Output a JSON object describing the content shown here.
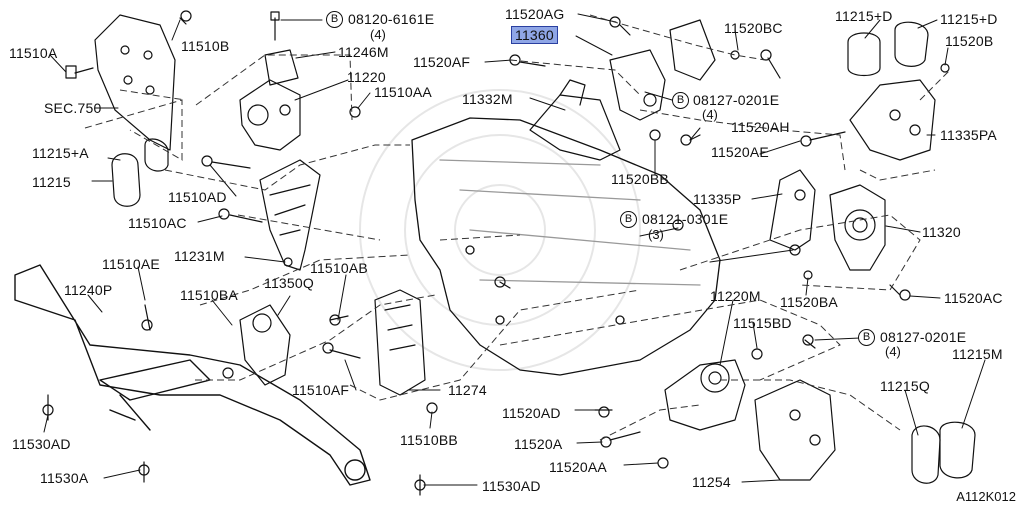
{
  "diagram_code": "A112K012",
  "labels": {
    "p11510A": "11510A",
    "p11510B": "11510B",
    "sec750": "SEC.750",
    "p11215A": "11215+A",
    "p11215": "11215",
    "p11510AD_l": "11510AD",
    "p11510AC": "11510AC",
    "p11231M": "11231M",
    "p11246M": "11246M",
    "p11220": "11220",
    "p11510AA": "11510AA",
    "b08120": "08120-6161E",
    "b08120_qty": "(4)",
    "p11520AG": "11520AG",
    "p11360": "11360",
    "p11520AF": "11520AF",
    "p11332M": "11332M",
    "p11520BC": "11520BC",
    "b08127a": "08127-0201E",
    "b08127a_qty": "(4)",
    "p11520AH": "11520AH",
    "p11520AE_r": "11520AE",
    "p11520BB": "11520BB",
    "p11215D_a": "11215+D",
    "p11215D_b": "11215+D",
    "p11520B": "11520B",
    "p11335PA": "11335PA",
    "p11335P": "11335P",
    "b08121": "08121-0301E",
    "b08121_qty": "(3)",
    "p11320": "11320",
    "p11520BA": "11520BA",
    "p11520AC": "11520AC",
    "p11510AE": "11510AE",
    "p11240P": "11240P",
    "p11510BA": "11510BA",
    "p11350Q": "11350Q",
    "p11510AB": "11510AB",
    "p11510AF": "11510AF",
    "p11274": "11274",
    "p11510BB": "11510BB",
    "p11530AD_l": "11530AD",
    "p11530A": "11530A",
    "p11530AD_b": "11530AD",
    "p11220M": "11220M",
    "p11515BD": "11515BD",
    "b08127b": "08127-0201E",
    "b08127b_qty": "(4)",
    "p11215M": "11215M",
    "p11215Q": "11215Q",
    "p11520AD": "11520AD",
    "p11520A": "11520A",
    "p11520AA": "11520AA",
    "p11254": "11254"
  },
  "bolt_marker": "B",
  "highlighted_part": "11360"
}
